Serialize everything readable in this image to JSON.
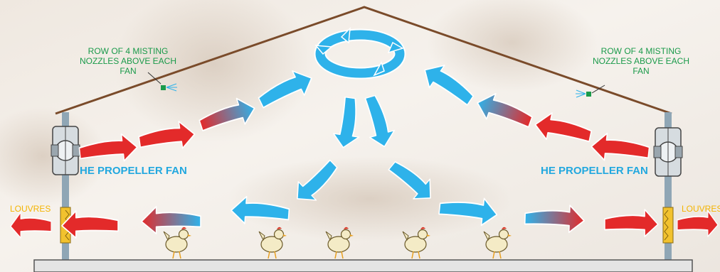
{
  "labels": {
    "misting_left": "ROW OF 4 MISTING NOZZLES ABOVE EACH FAN",
    "misting_right": "ROW OF 4 MISTING NOZZLES ABOVE EACH FAN",
    "fan_left": "HE PROPELLER FAN",
    "fan_right": "HE PROPELLER FAN",
    "louvres_left": "LOUVRES",
    "louvres_right": "LOUVRES"
  },
  "colors": {
    "hot_air": "#e32a2a",
    "cool_air": "#2eb2ea",
    "roof": "#7a4b2a",
    "wall": "#8fa6b5",
    "nozzle": "#1a9a4a",
    "louvre": "#f2c22e",
    "floor": "#e4e4e4"
  },
  "icons": {
    "fan": "propeller-fan-icon",
    "nozzle": "misting-nozzle-icon",
    "louvre": "louvre-vent-icon",
    "chicken": "chicken-icon"
  }
}
